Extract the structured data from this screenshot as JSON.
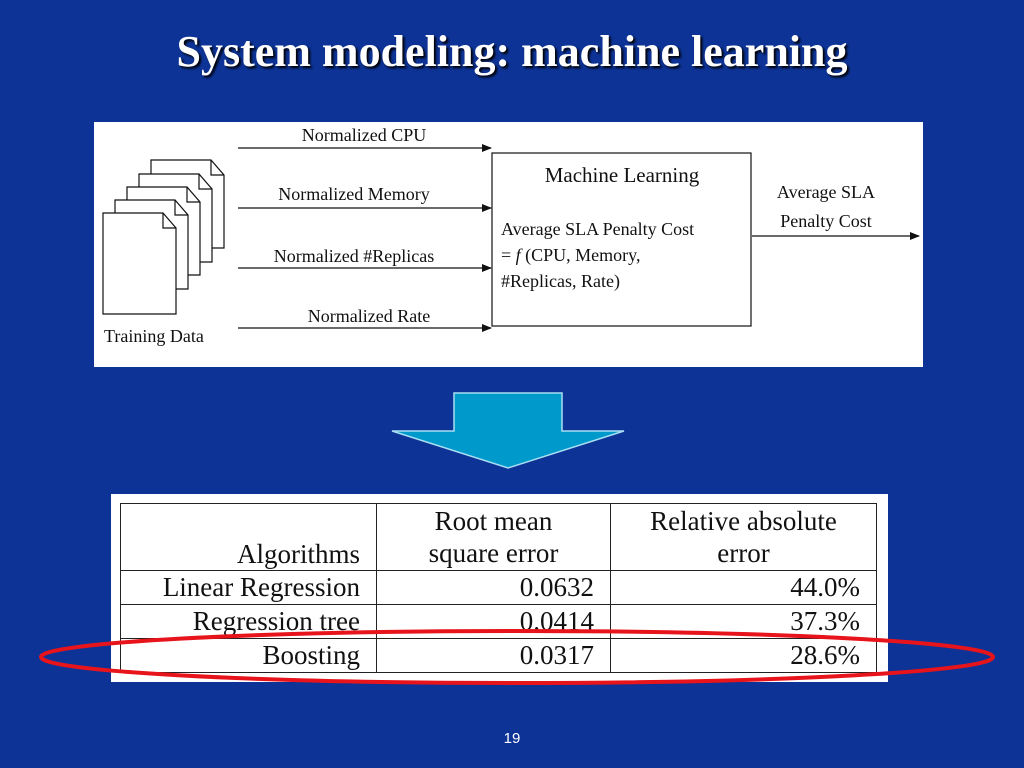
{
  "slide": {
    "title": "System modeling: machine learning",
    "page_number": "19"
  },
  "diagram": {
    "inputs": {
      "cpu": "Normalized CPU",
      "memory": "Normalized Memory",
      "replicas": "Normalized #Replicas",
      "rate": "Normalized Rate"
    },
    "training_label": "Training Data",
    "box": {
      "title": "Machine Learning",
      "line1": "Average SLA Penalty Cost",
      "line2_prefix": "= ",
      "line2_func": "f",
      "line2_rest": " (CPU, Memory,",
      "line3": "#Replicas, Rate)"
    },
    "output": {
      "line1": "Average SLA",
      "line2": "Penalty Cost"
    }
  },
  "table": {
    "headers": {
      "algorithms": "Algorithms",
      "rmse_line1": "Root mean",
      "rmse_line2": "square error",
      "rae_line1": "Relative absolute",
      "rae_line2": "error"
    },
    "rows": [
      {
        "algorithm": "Linear Regression",
        "rmse": "0.0632",
        "rae": "44.0%"
      },
      {
        "algorithm": "Regression tree",
        "rmse": "0.0414",
        "rae": "37.3%"
      },
      {
        "algorithm": "Boosting",
        "rmse": "0.0317",
        "rae": "28.6%"
      }
    ]
  },
  "colors": {
    "background": "#0d3396",
    "arrow_fill": "#0099cc",
    "highlight": "#e8141c"
  }
}
